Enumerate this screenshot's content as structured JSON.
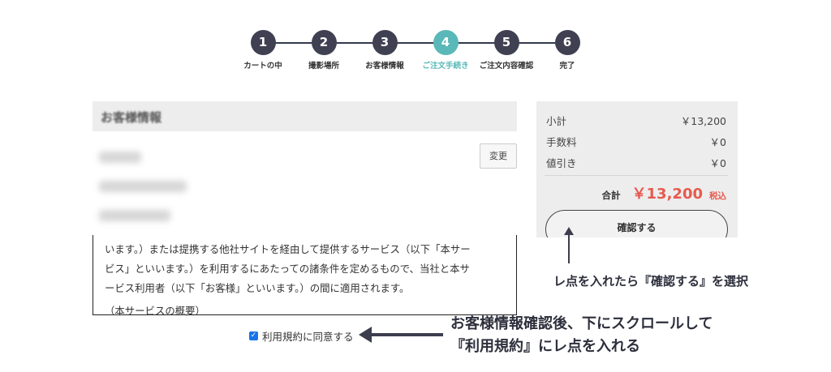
{
  "stepper": {
    "steps": [
      {
        "number": "1",
        "label": "カートの中"
      },
      {
        "number": "2",
        "label": "撮影場所"
      },
      {
        "number": "3",
        "label": "お客様情報"
      },
      {
        "number": "4",
        "label": "ご注文手続き"
      },
      {
        "number": "5",
        "label": "ご注文内容確認"
      },
      {
        "number": "6",
        "label": "完了"
      }
    ],
    "active_step": 4,
    "colors": {
      "default": "#3f4152",
      "active": "#5ab8b8"
    }
  },
  "customer_info": {
    "title": "お客様情報",
    "change_label": "変更"
  },
  "terms": {
    "lines": [
      "います。）または提携する他社サイトを経由して提供するサービス（以下「本サー",
      "ビス」といいます。）を利用するにあたっての諸条件を定めるもので、当社と本サ",
      "ービス利用者（以下「お客様」といいます。）の間に適用されます。"
    ],
    "overview": "（本サービスの概要）",
    "agree_label": "利用規約に同意する",
    "agree_checked": true
  },
  "summary": {
    "subtotal_label": "小計",
    "subtotal_value": "￥13,200",
    "fee_label": "手数料",
    "fee_value": "￥0",
    "discount_label": "値引き",
    "discount_value": "￥0",
    "total_label": "合計",
    "total_value": "￥13,200",
    "tax_label": "税込",
    "confirm_label": "確認する",
    "accent_color": "#e65a4e"
  },
  "annotations": {
    "confirm_note": "レ点を入れたら『確認する』を選択",
    "scroll_note_line1": "お客様情報確認後、下にスクロールして",
    "scroll_note_line2": "『利用規約』にレ点を入れる"
  }
}
